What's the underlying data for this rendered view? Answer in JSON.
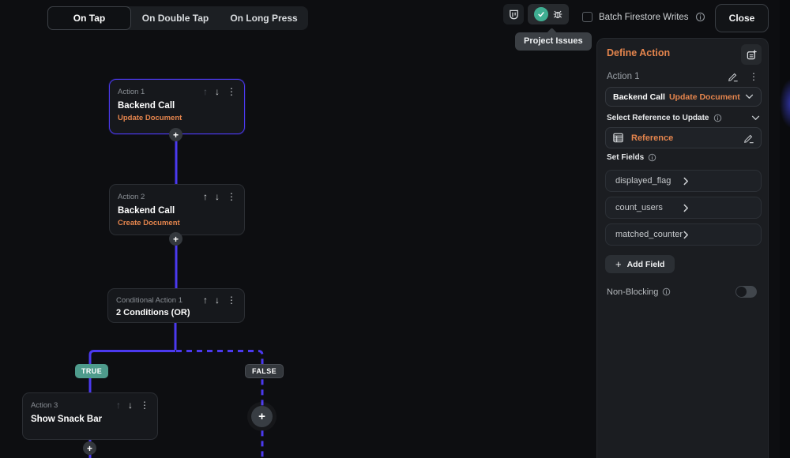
{
  "colors": {
    "accent_purple": "#4b39ef",
    "accent_orange": "#e5854d",
    "true_badge": "#4e9b8c",
    "check_green": "#3fae92"
  },
  "icons": {
    "move_up": "↑",
    "move_down": "↓",
    "more": "⋮",
    "plus": "+"
  },
  "topbar": {
    "tabs": [
      {
        "label": "On Tap",
        "active": true
      },
      {
        "label": "On Double Tap",
        "active": false
      },
      {
        "label": "On Long Press",
        "active": false
      }
    ],
    "tooltip": "Project Issues",
    "batch_label": "Batch Firestore Writes",
    "close_label": "Close"
  },
  "flow": {
    "nodes": [
      {
        "label": "Action 1",
        "title": "Backend Call",
        "subtitle": "Update Document"
      },
      {
        "label": "Action 2",
        "title": "Backend Call",
        "subtitle": "Create Document"
      },
      {
        "label": "Conditional Action 1",
        "title": "2 Conditions (OR)"
      },
      {
        "label": "Action 3",
        "title": "Show Snack Bar"
      }
    ],
    "true_label": "TRUE",
    "false_label": "FALSE"
  },
  "panel": {
    "title": "Define Action",
    "action_label": "Action 1",
    "action_type": "Backend Call",
    "action_subtype": "Update Document",
    "select_reference_label": "Select Reference to Update",
    "reference_value": "Reference",
    "set_fields_label": "Set Fields",
    "fields": [
      "displayed_flag",
      "count_users",
      "matched_counter"
    ],
    "add_field_label": "Add Field",
    "non_blocking_label": "Non-Blocking"
  }
}
